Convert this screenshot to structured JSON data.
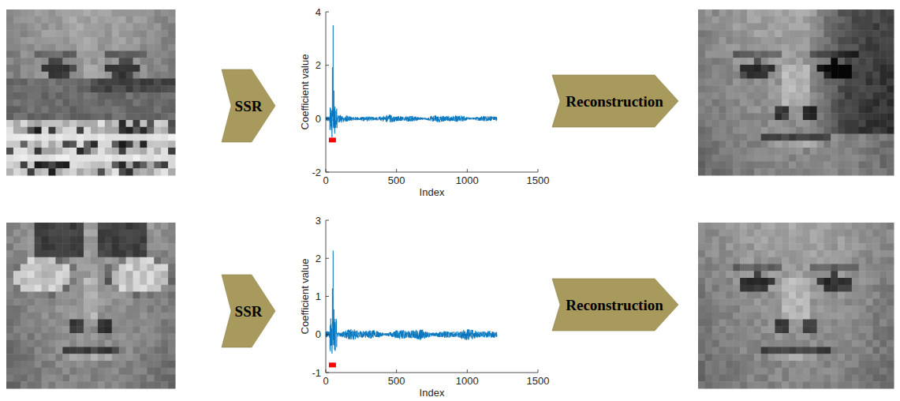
{
  "diagram": {
    "nodes": [
      {
        "text": [
          "SSR"
        ]
      },
      {
        "text": [
          "Reconstruction"
        ]
      },
      {
        "text": [
          "SSR"
        ]
      },
      {
        "text": [
          "Reconstruction"
        ]
      }
    ],
    "labels": [
      "4",
      "2",
      "0",
      "-2",
      "0",
      "500",
      "1000",
      "1500",
      "Coefficient value",
      "Index",
      "3",
      "2",
      "1",
      "0",
      "-1",
      "0",
      "500",
      "1000",
      "1500",
      "Coefficient value",
      "Index"
    ]
  }
}
